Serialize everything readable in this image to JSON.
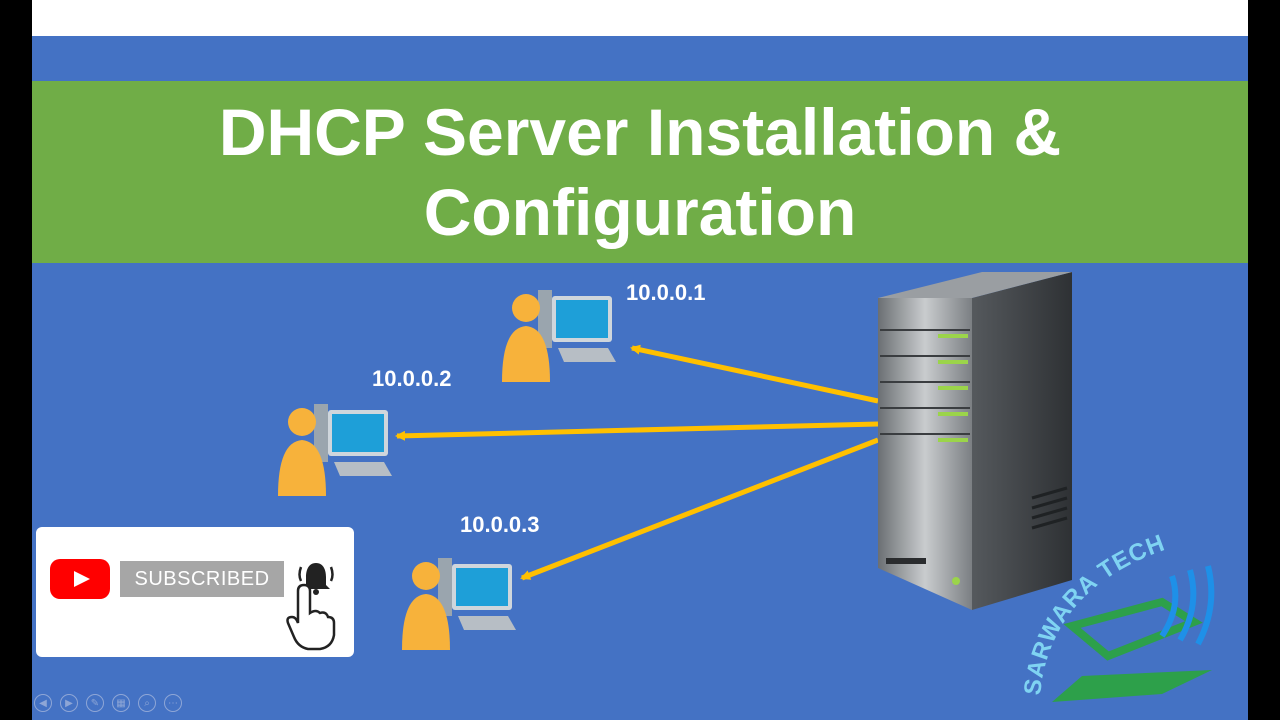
{
  "slide": {
    "title_line1": "DHCP Server Installation &",
    "title_line2": "Configuration"
  },
  "clients": [
    {
      "ip": "10.0.0.1"
    },
    {
      "ip": "10.0.0.2"
    },
    {
      "ip": "10.0.0.3"
    }
  ],
  "subscribe_card": {
    "label": "SUBSCRIBED",
    "icons": [
      "youtube-play-icon",
      "bell-icon",
      "pointer-hand-icon"
    ]
  },
  "brand": {
    "name": "SARWARA TECH"
  },
  "toolbar": {
    "buttons": [
      "previous-icon",
      "next-icon",
      "pen-icon",
      "slides-icon",
      "zoom-icon",
      "more-icon"
    ],
    "glyphs": [
      "◀",
      "▶",
      "✎",
      "▦",
      "⌕",
      "⋯"
    ]
  },
  "colors": {
    "slide_bg": "#4472c4",
    "banner_bg": "#70ad47",
    "arrow": "#ffc000"
  }
}
